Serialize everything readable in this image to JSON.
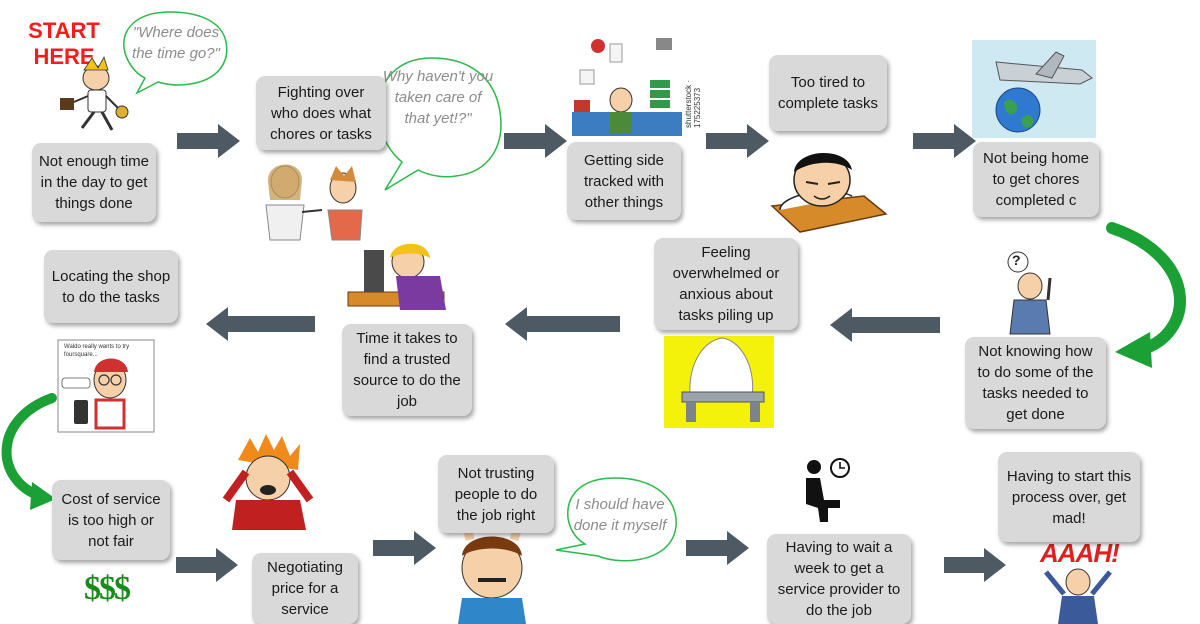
{
  "start_label": "START HERE",
  "boxes": {
    "b1": "Not enough time in the day to get things done",
    "b2": "Fighting over who does what chores or tasks",
    "b3": "Getting side tracked with other things",
    "b4": "Too tired to complete tasks",
    "b5": "Not being home to get chores completed c",
    "b6": "Not knowing how to do some of the tasks needed to get done",
    "b7": "Feeling overwhelmed or anxious about tasks piling up",
    "b8": "Time it takes to find a trusted source to do the job",
    "b9": "Locating the shop to do the tasks",
    "b10": "Cost of service is too high or not fair",
    "b11": "Negotiating price for a service",
    "b12": "Not trusting people to do the job right",
    "b13": "Having to wait a week to get a service provider to do the job",
    "b14": "Having to start this process over, get mad!"
  },
  "bubbles": {
    "q1": "\"Where does the time go?\"",
    "q2": "Why haven't you taken care of that yet!?\"",
    "q3": "I should have done it myself"
  },
  "image_text": {
    "stock_id": "shutterstock · 175225373",
    "phone_caption": "Waldo really wants to try foursquare...",
    "dollars": "$$$",
    "aaah": "AAAH!",
    "question": "?"
  },
  "colors": {
    "box_fill": "#d9d9d9",
    "arrow_fill": "#4d5a64",
    "curve_arrow": "#1aa035",
    "start_red": "#ff1a1a",
    "bubble_outline": "#2eb84a"
  }
}
